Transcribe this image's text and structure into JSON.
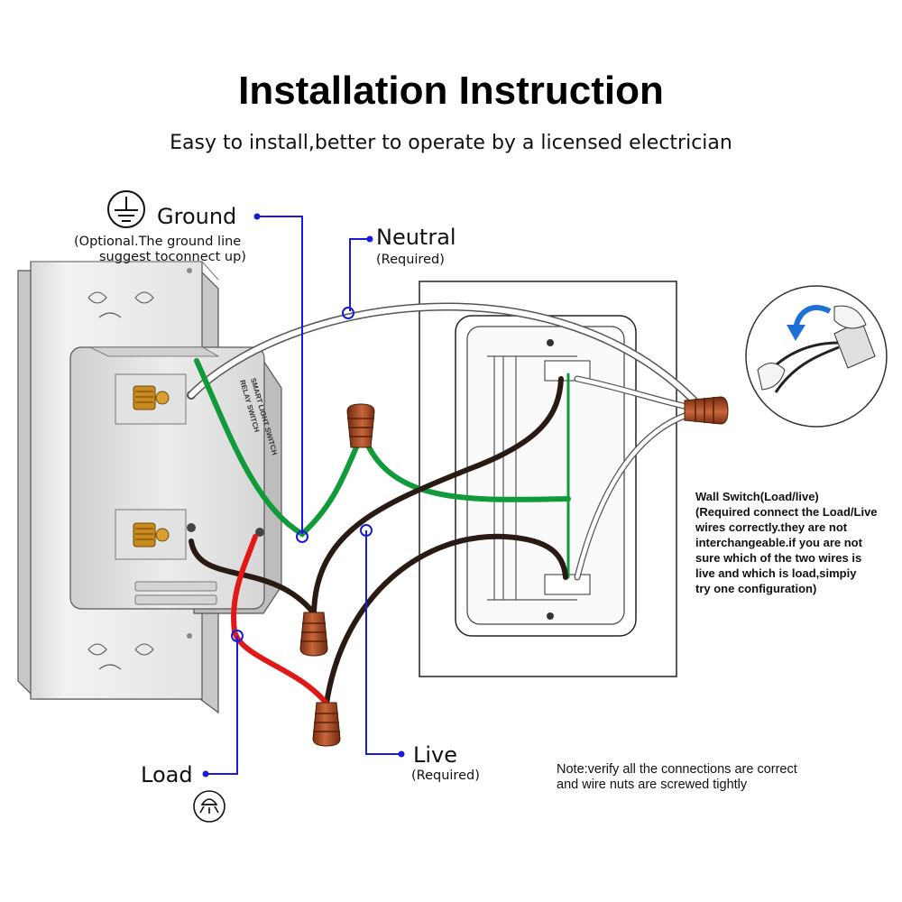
{
  "title": "Installation Instruction",
  "subtitle": "Easy to install,better to operate by a licensed electrician",
  "ground": {
    "label": "Ground",
    "note_line1": "(Optional.The ground line",
    "note_line2": "suggest toconnect up)",
    "icon": "ground-symbol-icon"
  },
  "neutral": {
    "label": "Neutral",
    "note": "(Required)"
  },
  "live": {
    "label": "Live",
    "note": "(Required)"
  },
  "load": {
    "label": "Load",
    "icon": "light-bulb-icon"
  },
  "switch_print": {
    "line1": "SMART LIGHT SWITCH",
    "line2": "RELAY SWITCH"
  },
  "wall_switch": {
    "line1": "Wall Switch(Load/live)",
    "line2": "(Required connect the Load/Live",
    "line3": "wires correctly.they are not",
    "line4": "interchangeable.if you are not",
    "line5": "sure which of the two wires is",
    "line6": "live and which is load,simpiy",
    "line7": "try one configuration)"
  },
  "footer_note": {
    "line1": "Note:verify all the connections are correct",
    "line2": "and wire nuts are screwed tightly"
  },
  "colors": {
    "pointer_blue": "#1a1adb",
    "ground_green": "#109a3a",
    "live_red": "#e01818",
    "wire_black": "#2a1a14",
    "wire_white": "#ffffff",
    "wire_nut": "#b5552a"
  }
}
